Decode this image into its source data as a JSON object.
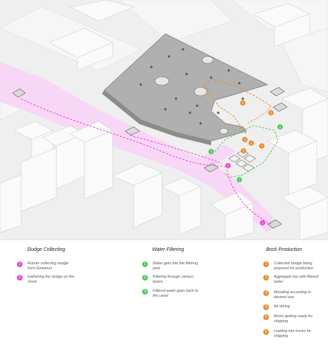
{
  "colors": {
    "magenta": "#e34ad6",
    "green": "#52c75a",
    "orange": "#ea8a2a",
    "pink_road": "#f8d7f6",
    "basin": "#a8a8a8"
  },
  "legend": [
    {
      "title": "Sludge Collecting",
      "color": "#e34ad6",
      "steps": [
        {
          "n": "1",
          "text": "Robots collecting sludge from Gowanus"
        },
        {
          "n": "2",
          "text": "Gathering the sludge on the shore"
        }
      ]
    },
    {
      "title": "Water Filtering",
      "color": "#52c75a",
      "steps": [
        {
          "n": "1",
          "text": "Water gets into the filtering pool"
        },
        {
          "n": "2",
          "text": "Filtering through various layers"
        },
        {
          "n": "3",
          "text": "Filtered water goes back to the canal"
        }
      ]
    },
    {
      "title": "Brick Production",
      "color": "#ea8a2a",
      "steps": [
        {
          "n": "1",
          "text": "Collected sludge being prepared for production"
        },
        {
          "n": "2",
          "text": "Aggregate mix with filtered water"
        },
        {
          "n": "3",
          "text": "Moulding according to desired size"
        },
        {
          "n": "4",
          "text": "Air drying"
        },
        {
          "n": "5",
          "text": "Bricks getting ready for shipping"
        },
        {
          "n": "6",
          "text": "Loading into trucks for shipping"
        }
      ]
    }
  ],
  "map_markers": {
    "magenta": [
      "1",
      "2"
    ],
    "green": [
      "1",
      "2",
      "3"
    ],
    "orange": [
      "1",
      "2",
      "3",
      "4",
      "5",
      "6"
    ]
  }
}
